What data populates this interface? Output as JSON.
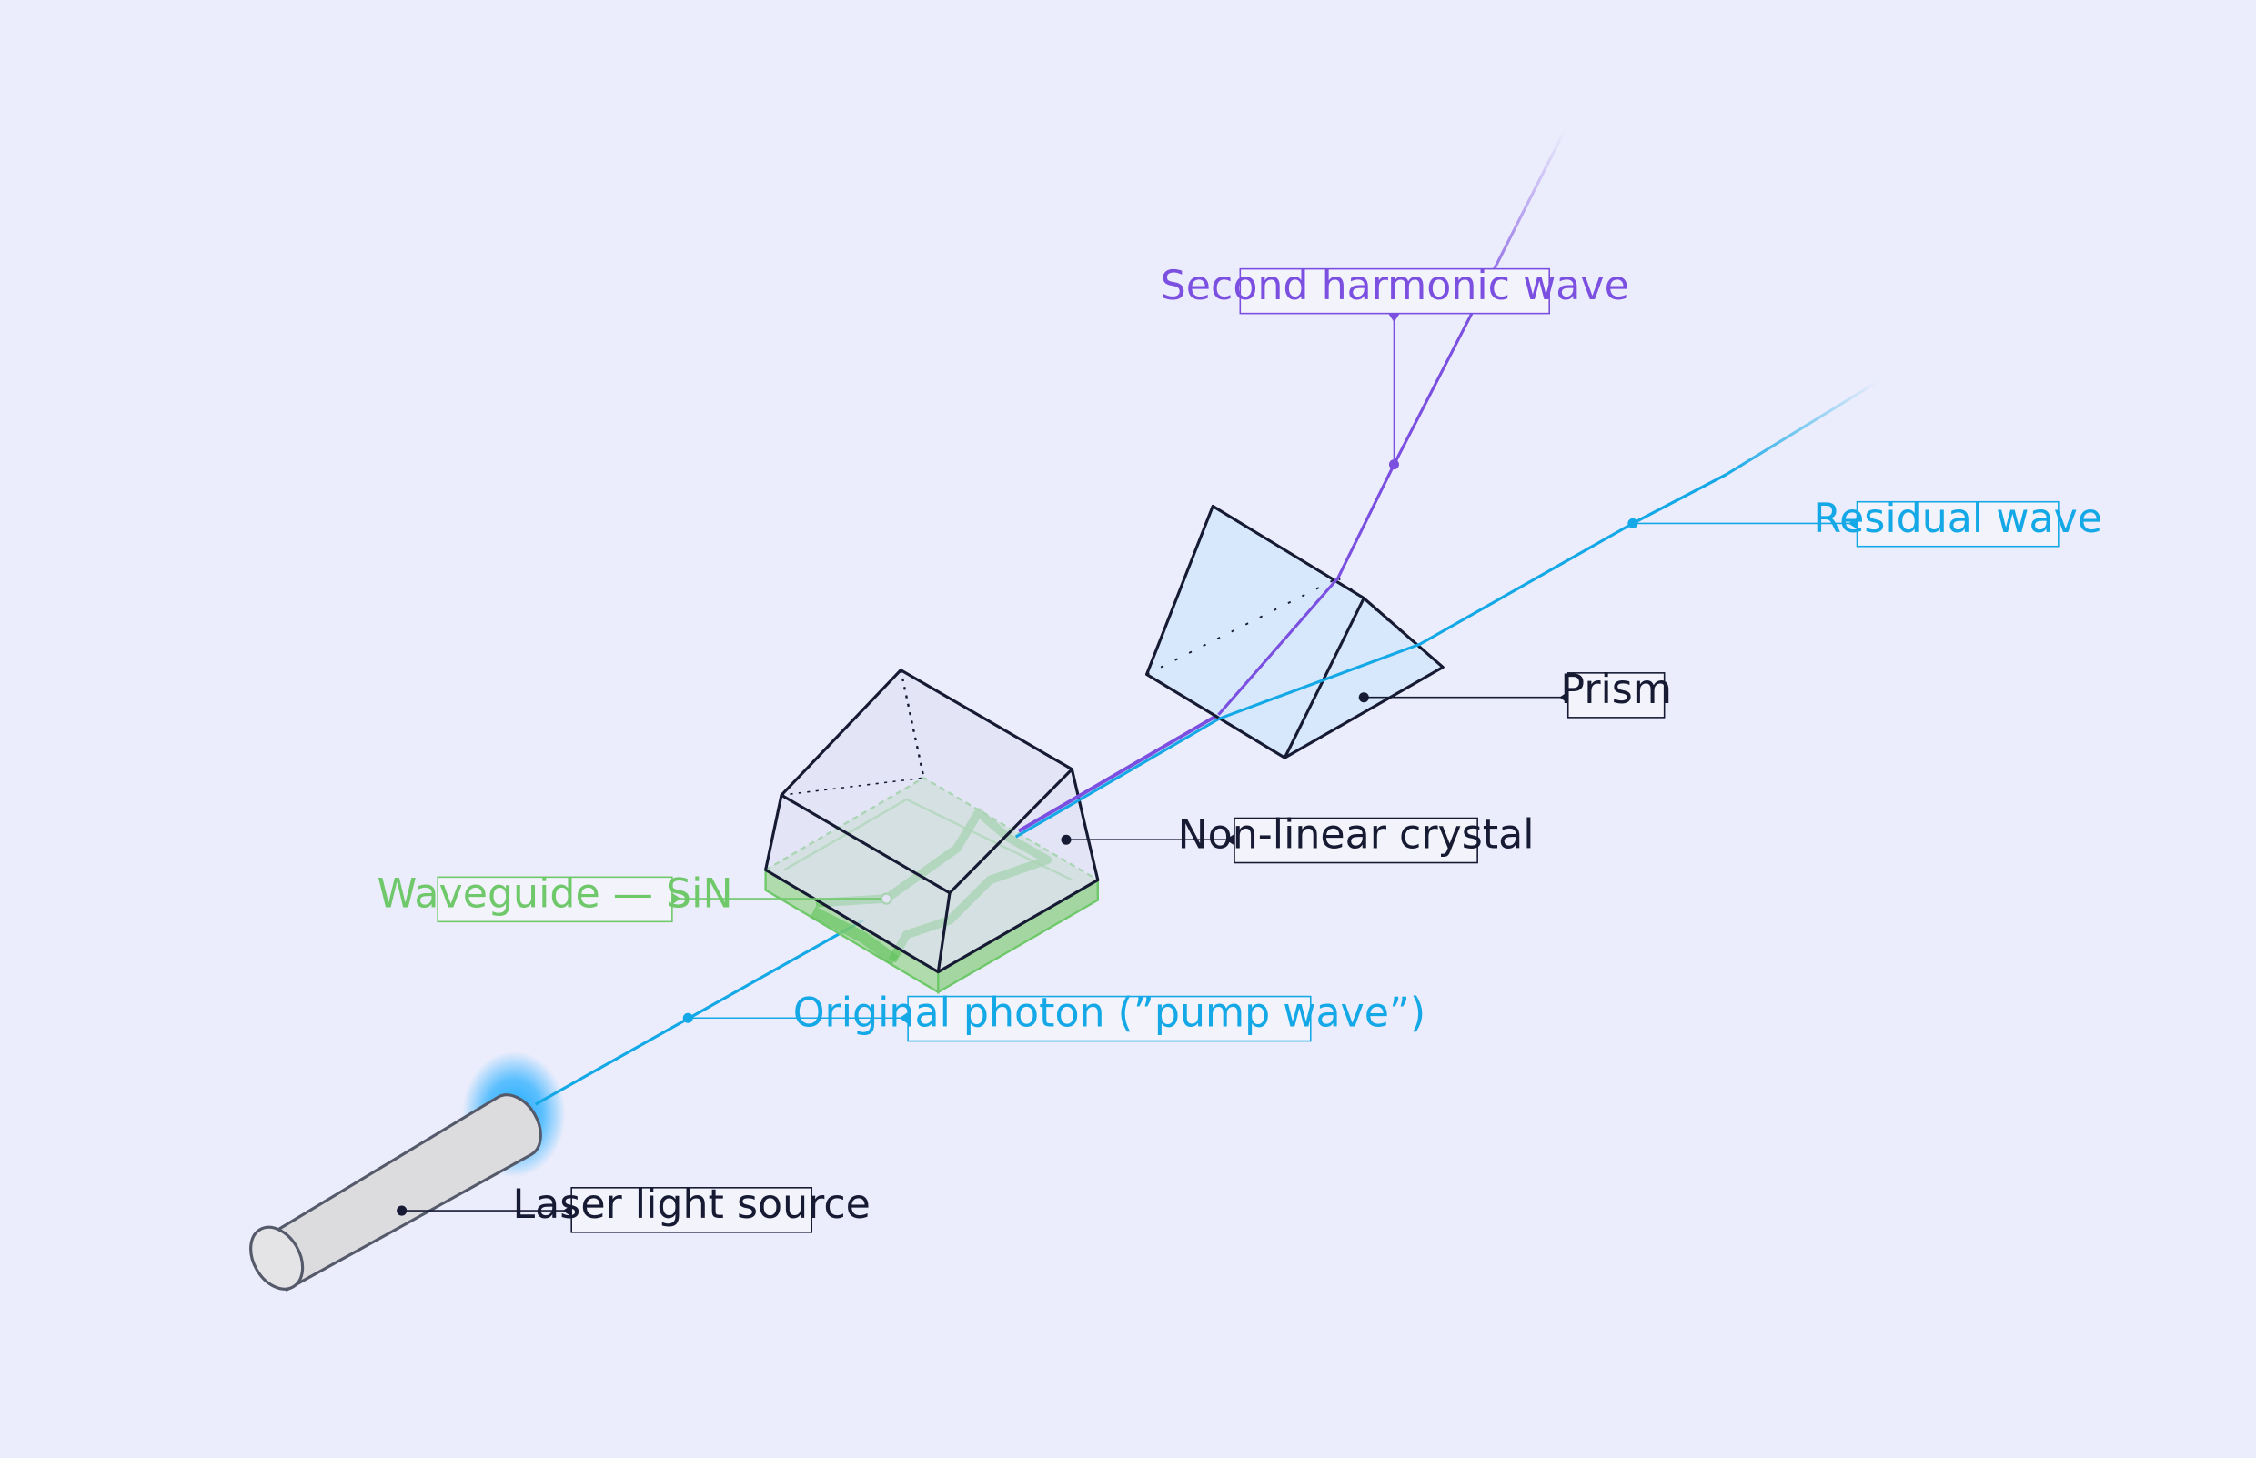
{
  "labels": {
    "second_harmonic": "Second harmonic wave",
    "residual": "Residual wave",
    "prism": "Prism",
    "crystal": "Non-linear crystal",
    "waveguide": "Waveguide — SiN",
    "pump": "Original photon (”pump wave”)",
    "laser": "Laser light source"
  },
  "colors": {
    "background": "#ecedfc",
    "second_harmonic": "#7b4fe0",
    "residual": "#14a9e6",
    "waveguide": "#6fc86a",
    "dark": "#161a33",
    "prism_fill": "#d3e6fb",
    "crystal_fill": "#dcdff3",
    "laser_fill": "#dcdcdf",
    "label_bg": "#f2f3fb"
  }
}
